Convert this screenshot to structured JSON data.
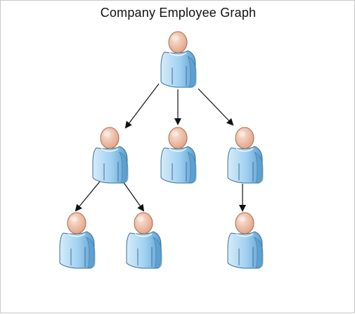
{
  "title": "Company Employee Graph",
  "colors": {
    "body_light": "#d6ecfa",
    "body_mid": "#9fd0f0",
    "body_dark": "#5a9fcf",
    "body_outline": "#3d6f9a",
    "head_light": "#fbe3d6",
    "head_dark": "#e0a284",
    "head_outline": "#a86a4e",
    "arrow": "#111111"
  },
  "nodes": [
    {
      "id": "ceo",
      "level": 0,
      "icon": "person-icon"
    },
    {
      "id": "manager-left",
      "level": 1,
      "icon": "person-icon",
      "parent": "ceo"
    },
    {
      "id": "manager-center",
      "level": 1,
      "icon": "person-icon",
      "parent": "ceo"
    },
    {
      "id": "manager-right",
      "level": 1,
      "icon": "person-icon",
      "parent": "ceo"
    },
    {
      "id": "employee-left-1",
      "level": 2,
      "icon": "person-icon",
      "parent": "manager-left"
    },
    {
      "id": "employee-left-2",
      "level": 2,
      "icon": "person-icon",
      "parent": "manager-left"
    },
    {
      "id": "employee-right-1",
      "level": 2,
      "icon": "person-icon",
      "parent": "manager-right"
    }
  ]
}
